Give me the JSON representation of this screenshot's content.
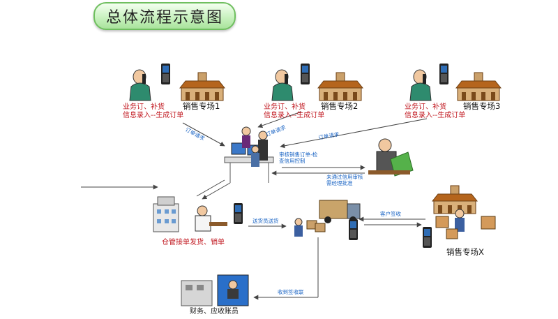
{
  "title": "总体流程示意图",
  "nodes": {
    "sales1": {
      "name": "销售专场1",
      "note_line1": "业务订、补货",
      "note_line2": "信息录入--生成订单"
    },
    "sales2": {
      "name": "销售专场2",
      "note_line1": "业务订、补货",
      "note_line2": "信息录入--生成订单"
    },
    "sales3": {
      "name": "销售专场3",
      "note_line1": "业务订、补货",
      "note_line2": "信息录入--生成订单"
    },
    "warehouse": {
      "name": "仓管接单发货、销单"
    },
    "salesx": {
      "name": "销售专场X"
    },
    "finance": {
      "name": "财务、应收账员"
    }
  },
  "edges": {
    "order_request_1": "订单请求",
    "order_request_2": "订单请求",
    "order_request_3": "订单请求",
    "audit": {
      "line1": "审核销售订单-检",
      "line2": "查信用控制"
    },
    "credit_fail": {
      "line1": "未通过信用审核",
      "line2": "需经理批准"
    },
    "delivery": "送货员送货",
    "customer_sign": "客户签收",
    "receipt": "收到签收联"
  },
  "colors": {
    "title_bg": "#c9f2c0",
    "note_text": "#c0151d",
    "edge_text": "#1a64c4",
    "building_roof": "#b5651d",
    "arrow": "#444444"
  }
}
